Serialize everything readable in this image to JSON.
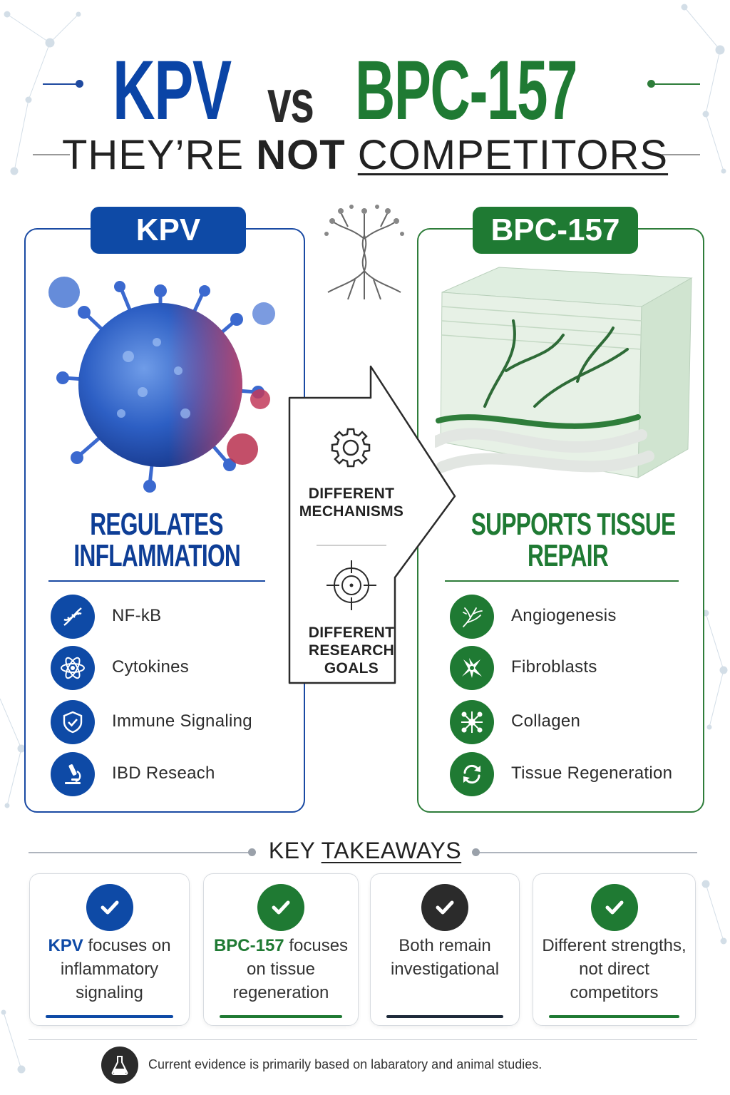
{
  "header": {
    "left": "KPV",
    "vs": "vs",
    "right": "BPC-157",
    "subtitle_pre": "THEY’RE ",
    "subtitle_bold": "NOT",
    "subtitle_post": "COMPETITORS"
  },
  "kpv": {
    "tab": "KPV",
    "title_line1": "REGULATES",
    "title_line2": "INFLAMMATION",
    "items": [
      {
        "label": "NF-kB",
        "icon": "dna-icon"
      },
      {
        "label": "Cytokines",
        "icon": "atom-icon"
      },
      {
        "label": "Immune Signaling",
        "icon": "shield-check-icon"
      },
      {
        "label": "IBD Reseach",
        "icon": "microscope-icon"
      }
    ]
  },
  "bpc": {
    "tab": "BPC-157",
    "title_line1": "SUPPORTS TISSUE",
    "title_line2": "REPAIR",
    "items": [
      {
        "label": "Angiogenesis",
        "icon": "vessel-icon"
      },
      {
        "label": "Fibroblasts",
        "icon": "cell-icon"
      },
      {
        "label": "Collagen",
        "icon": "network-icon"
      },
      {
        "label": "Tissue Regeneration",
        "icon": "refresh-icon"
      }
    ]
  },
  "center": {
    "top_line1": "DIFFERENT",
    "top_line2": "MECHANISMS",
    "bottom_line1": "DIFFERENT",
    "bottom_line2": "RESEARCH",
    "bottom_line3": "GOALS"
  },
  "takeaways": {
    "title_pre": "KEY ",
    "title_ul": "TAKEAWAYS",
    "cards": [
      {
        "bold": "KPV",
        "text": " focuses on inflammatory signaling",
        "color": "#0e4aa6"
      },
      {
        "bold": "BPC-157",
        "text": " focuses on tissue regeneration",
        "color": "#1f7a33"
      },
      {
        "bold": "",
        "text": "Both remain investigational",
        "color": "#2b2b2b"
      },
      {
        "bold": "",
        "text": "Different strengths, not direct competitors",
        "color": "#1f7a33"
      }
    ]
  },
  "footer": {
    "note": "Current evidence is primarily based on labaratory and animal studies."
  },
  "colors": {
    "blue": "#0e4aa6",
    "green": "#1f7a33",
    "dark": "#2b2b2b"
  }
}
